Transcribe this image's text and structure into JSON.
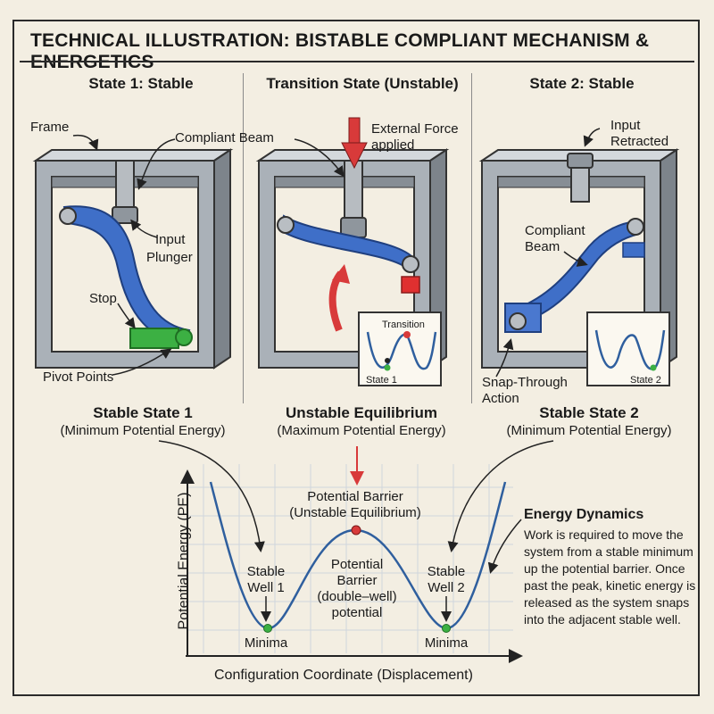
{
  "title": "TECHNICAL ILLUSTRATION: BISTABLE COMPLIANT MECHANISM & ENERGETICS",
  "panels": {
    "state1": {
      "heading": "State 1: Stable",
      "frame": "Frame",
      "beam": "Compliant Beam",
      "input": "Input",
      "plunger": "Plunger",
      "stop": "Stop",
      "pivots": "Pivot Points",
      "caption": "Stable State 1",
      "caption_sub": "(Minimum Potential Energy)"
    },
    "transition": {
      "heading": "Transition State (Unstable)",
      "force_line1": "External Force",
      "force_line2": "applied",
      "inset_label": "Transition",
      "inset_caption": "State 1",
      "caption": "Unstable Equilibrium",
      "caption_sub": "(Maximum Potential Energy)"
    },
    "state2": {
      "heading": "State 2: Stable",
      "input_line1": "Input",
      "input_line2": "Retracted",
      "beam_line1": "Compliant",
      "beam_line2": "Beam",
      "snap_line1": "Snap-Through",
      "snap_line2": "Action",
      "inset_caption": "State 2",
      "caption": "Stable State 2",
      "caption_sub": "(Minimum Potential Energy)"
    }
  },
  "graph": {
    "ylabel": "Potential Energy (PE)",
    "xlabel": "Configuration Coordinate (Displacement)",
    "barrier_line1": "Potential Barrier",
    "barrier_line2": "(Unstable Equilibrium)",
    "center_line1": "Potential",
    "center_line2": "Barrier",
    "center_line3": "(double–well)",
    "center_line4": "potential",
    "well1_line1": "Stable",
    "well1_line2": "Well 1",
    "well2_line1": "Stable",
    "well2_line2": "Well 2",
    "minima_left": "Minima",
    "minima_right": "Minima"
  },
  "energy": {
    "title": "Energy Dynamics",
    "text": "Work is required to move the system from a stable minimum up the potential barrier. Once past the peak, kinetic energy is released as the system snaps into the adjacent stable well."
  },
  "colors": {
    "beam": "#3f6fc8",
    "curve": "#2f5f9e",
    "force_arrow": "#d83a3a",
    "stop": "#3cb043",
    "red_stop": "#e03030",
    "frame": "#9aa1a8"
  }
}
